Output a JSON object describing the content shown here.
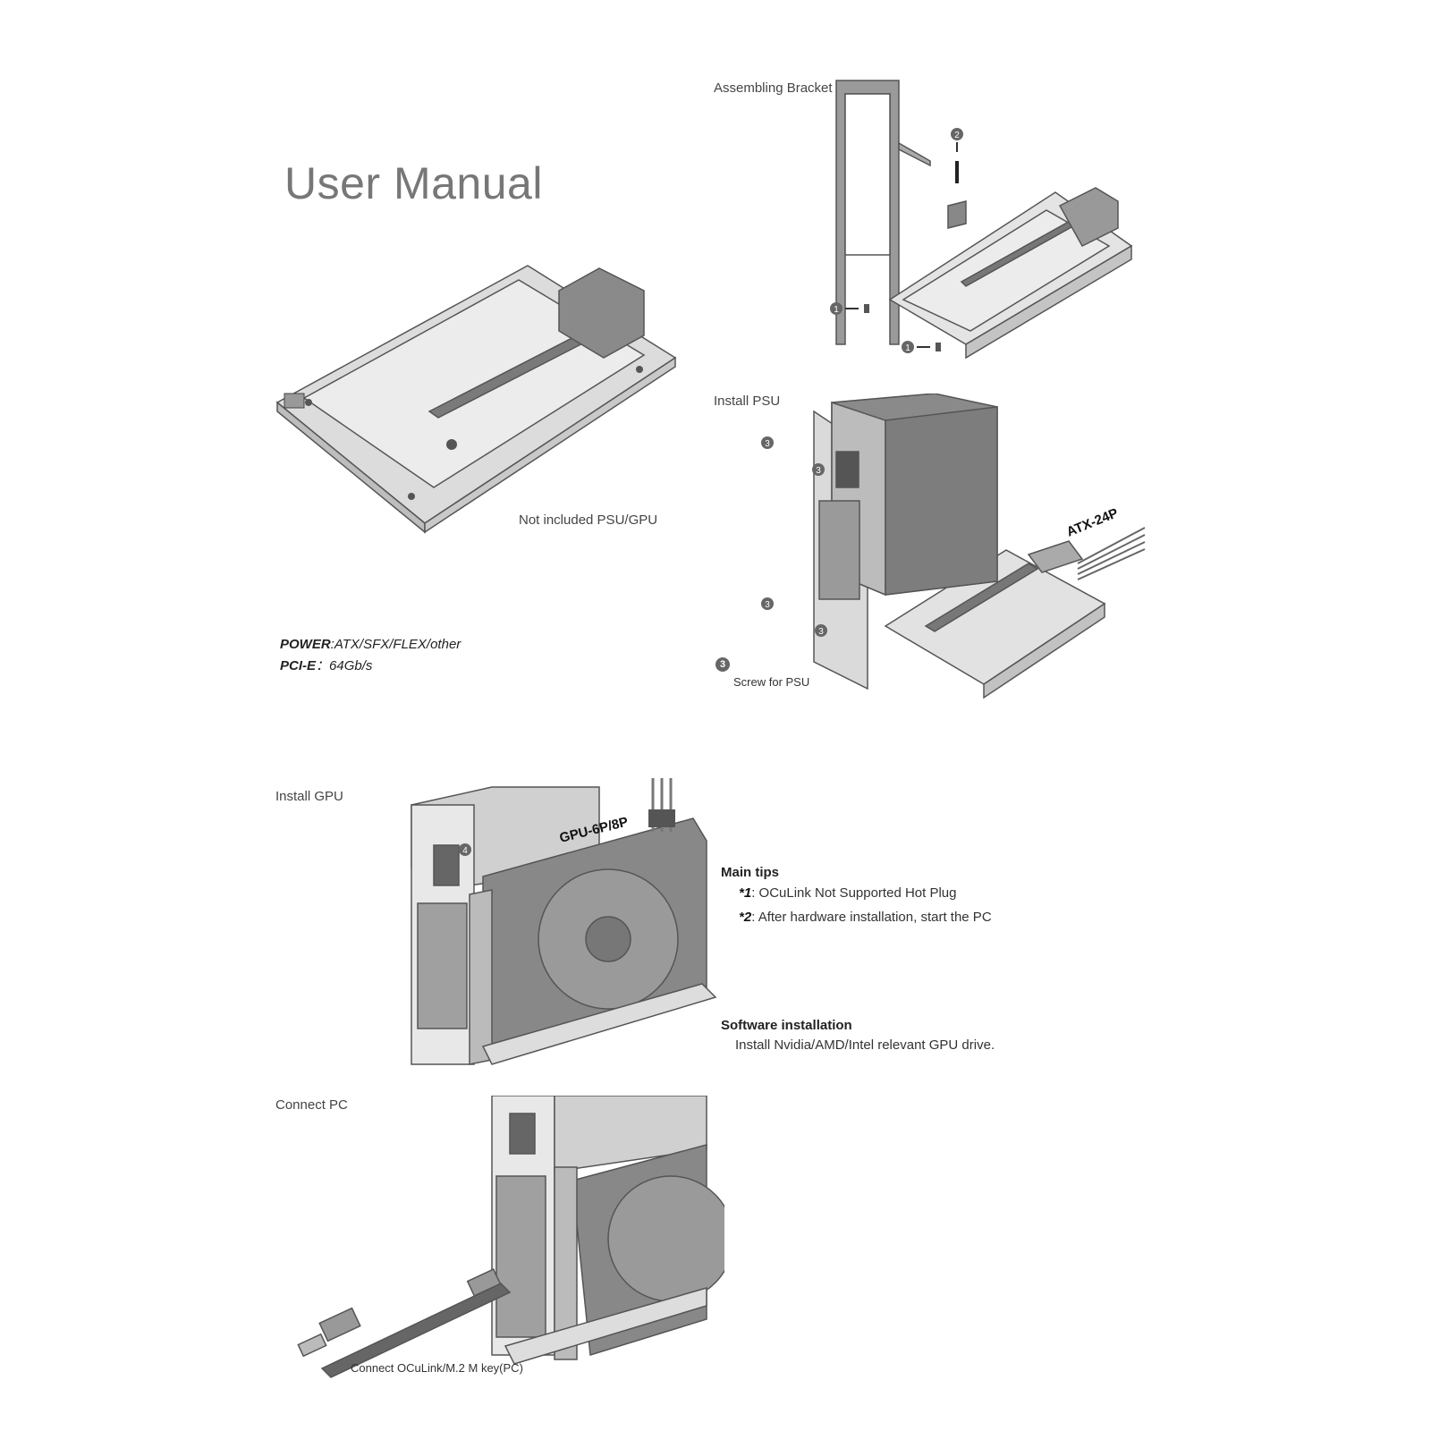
{
  "title": "User Manual",
  "sections": {
    "assembling_bracket": "Assembling Bracket",
    "install_psu": "Install PSU",
    "install_gpu": "Install GPU",
    "connect_pc": "Connect PC"
  },
  "board_note": "Not included PSU/GPU",
  "specs": {
    "power_label": "POWER",
    "power_value": ":ATX/SFX/FLEX/other",
    "pcie_label": "PCI-E",
    "pcie_value": "：64Gb/s"
  },
  "step_numbers": {
    "one": "1",
    "two": "2",
    "three": "3",
    "four": "4"
  },
  "screw_legend": "Screw for PSU",
  "callouts": {
    "atx": "ATX-24P",
    "gpu_power": "GPU-6P/8P"
  },
  "main_tips": {
    "heading": "Main tips",
    "items": [
      {
        "num": "*1",
        "text": ":  OCuLink Not Supported Hot Plug"
      },
      {
        "num": "*2",
        "text": ":  After hardware installation, start the PC"
      }
    ]
  },
  "software": {
    "heading": "Software installation",
    "text": "Install Nvidia/AMD/Intel relevant GPU drive."
  },
  "connect_caption": "Connect OCuLink/M.2 M key(PC)"
}
